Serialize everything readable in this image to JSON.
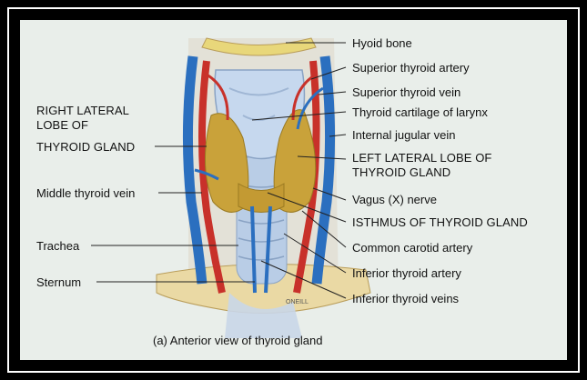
{
  "labels": {
    "hyoid_bone": "Hyoid bone",
    "superior_thyroid_artery": "Superior thyroid artery",
    "superior_thyroid_vein": "Superior thyroid vein",
    "thyroid_cartilage": "Thyroid cartilage of larynx",
    "internal_jugular_vein": "Internal jugular vein",
    "left_lateral_lobe_1": "LEFT LATERAL LOBE OF",
    "left_lateral_lobe_2": "THYROID GLAND",
    "vagus_nerve": "Vagus (X) nerve",
    "isthmus": "ISTHMUS OF THYROID GLAND",
    "common_carotid": "Common carotid artery",
    "inferior_thyroid_artery": "Inferior thyroid artery",
    "inferior_thyroid_veins": "Inferior thyroid veins",
    "right_lateral_lobe_1": "RIGHT LATERAL",
    "right_lateral_lobe_2": "LOBE OF",
    "right_lateral_lobe_3": "THYROID GLAND",
    "middle_thyroid_vein": "Middle thyroid vein",
    "trachea": "Trachea",
    "sternum": "Sternum"
  },
  "caption": "(a) Anterior view of thyroid gland",
  "colors": {
    "background": "#e9eeea",
    "frame": "#000000",
    "artery": "#c8312a",
    "vein": "#2b6fbf",
    "thyroid": "#c9a23a",
    "cartilage": "#b9cde6",
    "bone": "#e8d77a"
  }
}
